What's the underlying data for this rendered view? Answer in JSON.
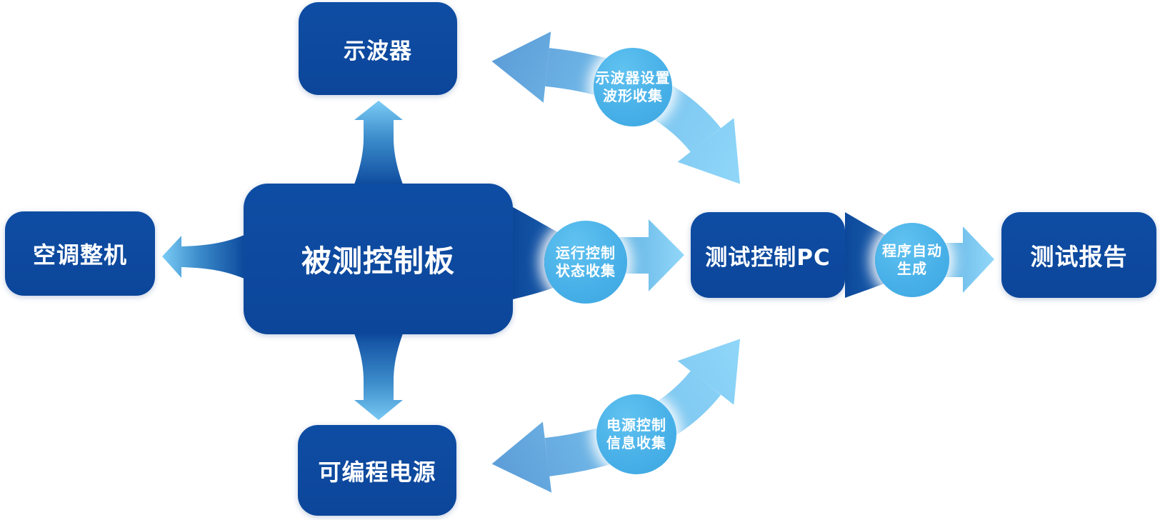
{
  "diagram": {
    "description": "test-system-architecture-flow",
    "nodes": {
      "oscilloscope": {
        "label": "示波器"
      },
      "air_conditioner": {
        "label": "空调整机"
      },
      "board_under_test": {
        "label": "被测控制板"
      },
      "programmable_power": {
        "label": "可编程电源"
      },
      "test_control_pc": {
        "label": "测试控制PC"
      },
      "test_report": {
        "label": "测试报告"
      }
    },
    "badges": {
      "scope_setup": {
        "line1": "示波器设置",
        "line2": "波形收集"
      },
      "run_control": {
        "line1": "运行控制",
        "line2": "状态收集"
      },
      "power_control": {
        "line1": "电源控制",
        "line2": "信息收集"
      },
      "auto_report": {
        "line1": "程序自动",
        "line2": "生成"
      }
    },
    "colors": {
      "node_blue": "#0D4A9E",
      "badge_blue": "#49B1E8",
      "arrow_dark": "#0E4B9E",
      "arrow_medium": "#5E9FD9",
      "arrow_light": "#8FD6F9",
      "background": "#FFFFFF",
      "text": "#FFFFFF"
    }
  }
}
